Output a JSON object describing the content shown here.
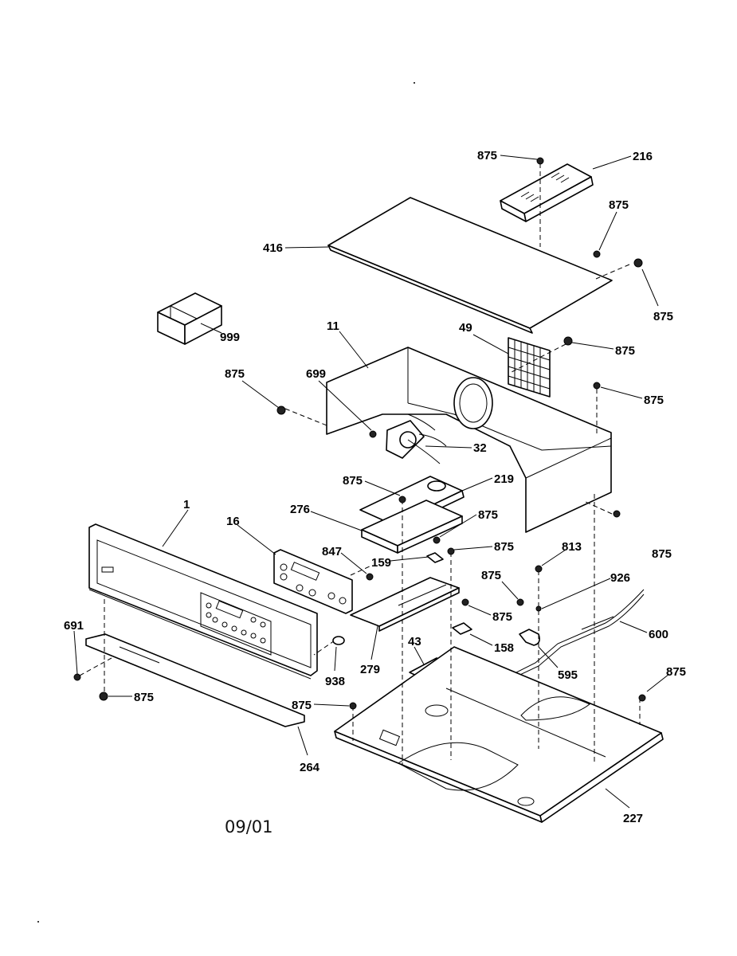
{
  "diagram": {
    "date_code": "09/01",
    "part_labels": {
      "p875_a": "875",
      "p216": "216",
      "p875_b": "875",
      "p416": "416",
      "p875_c": "875",
      "p999": "999",
      "p11": "11",
      "p49": "49",
      "p875_d": "875",
      "p875_e": "875",
      "p699": "699",
      "p875_f": "875",
      "p32": "32",
      "p875_g": "875",
      "p219": "219",
      "p1": "1",
      "p276": "276",
      "p875_h": "875",
      "p16": "16",
      "p847": "847",
      "p159": "159",
      "p875_i": "875",
      "p813": "813",
      "p875_j": "875",
      "p926": "926",
      "p875_k": "875",
      "p875_l": "875",
      "p600": "600",
      "p691": "691",
      "p43": "43",
      "p158": "158",
      "p875_m": "875",
      "p938": "938",
      "p279": "279",
      "p595": "595",
      "p875_n": "875",
      "p875_o": "875",
      "p264": "264",
      "p227": "227"
    }
  }
}
